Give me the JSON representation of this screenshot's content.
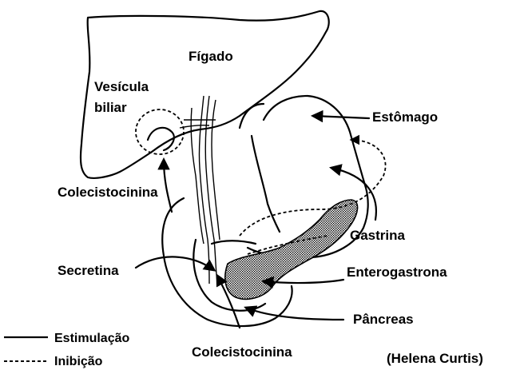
{
  "labels": {
    "figado": "Fígado",
    "vesicula_line1": "Vesícula",
    "vesicula_line2": "biliar",
    "estomago": "Estômago",
    "colecistocinina_top": "Colecistocinina",
    "gastrina": "Gastrina",
    "secretina": "Secretina",
    "enterogastrona": "Enterogastrona",
    "pancreas": "Pâncreas",
    "colecistocinina_bottom": "Colecistocinina"
  },
  "legend": {
    "estimulacao": "Estimulação",
    "inibicao": "Inibição"
  },
  "credit": "(Helena Curtis)",
  "colors": {
    "ink": "#000000",
    "background": "#ffffff",
    "stipple": "#9a9a9a"
  }
}
